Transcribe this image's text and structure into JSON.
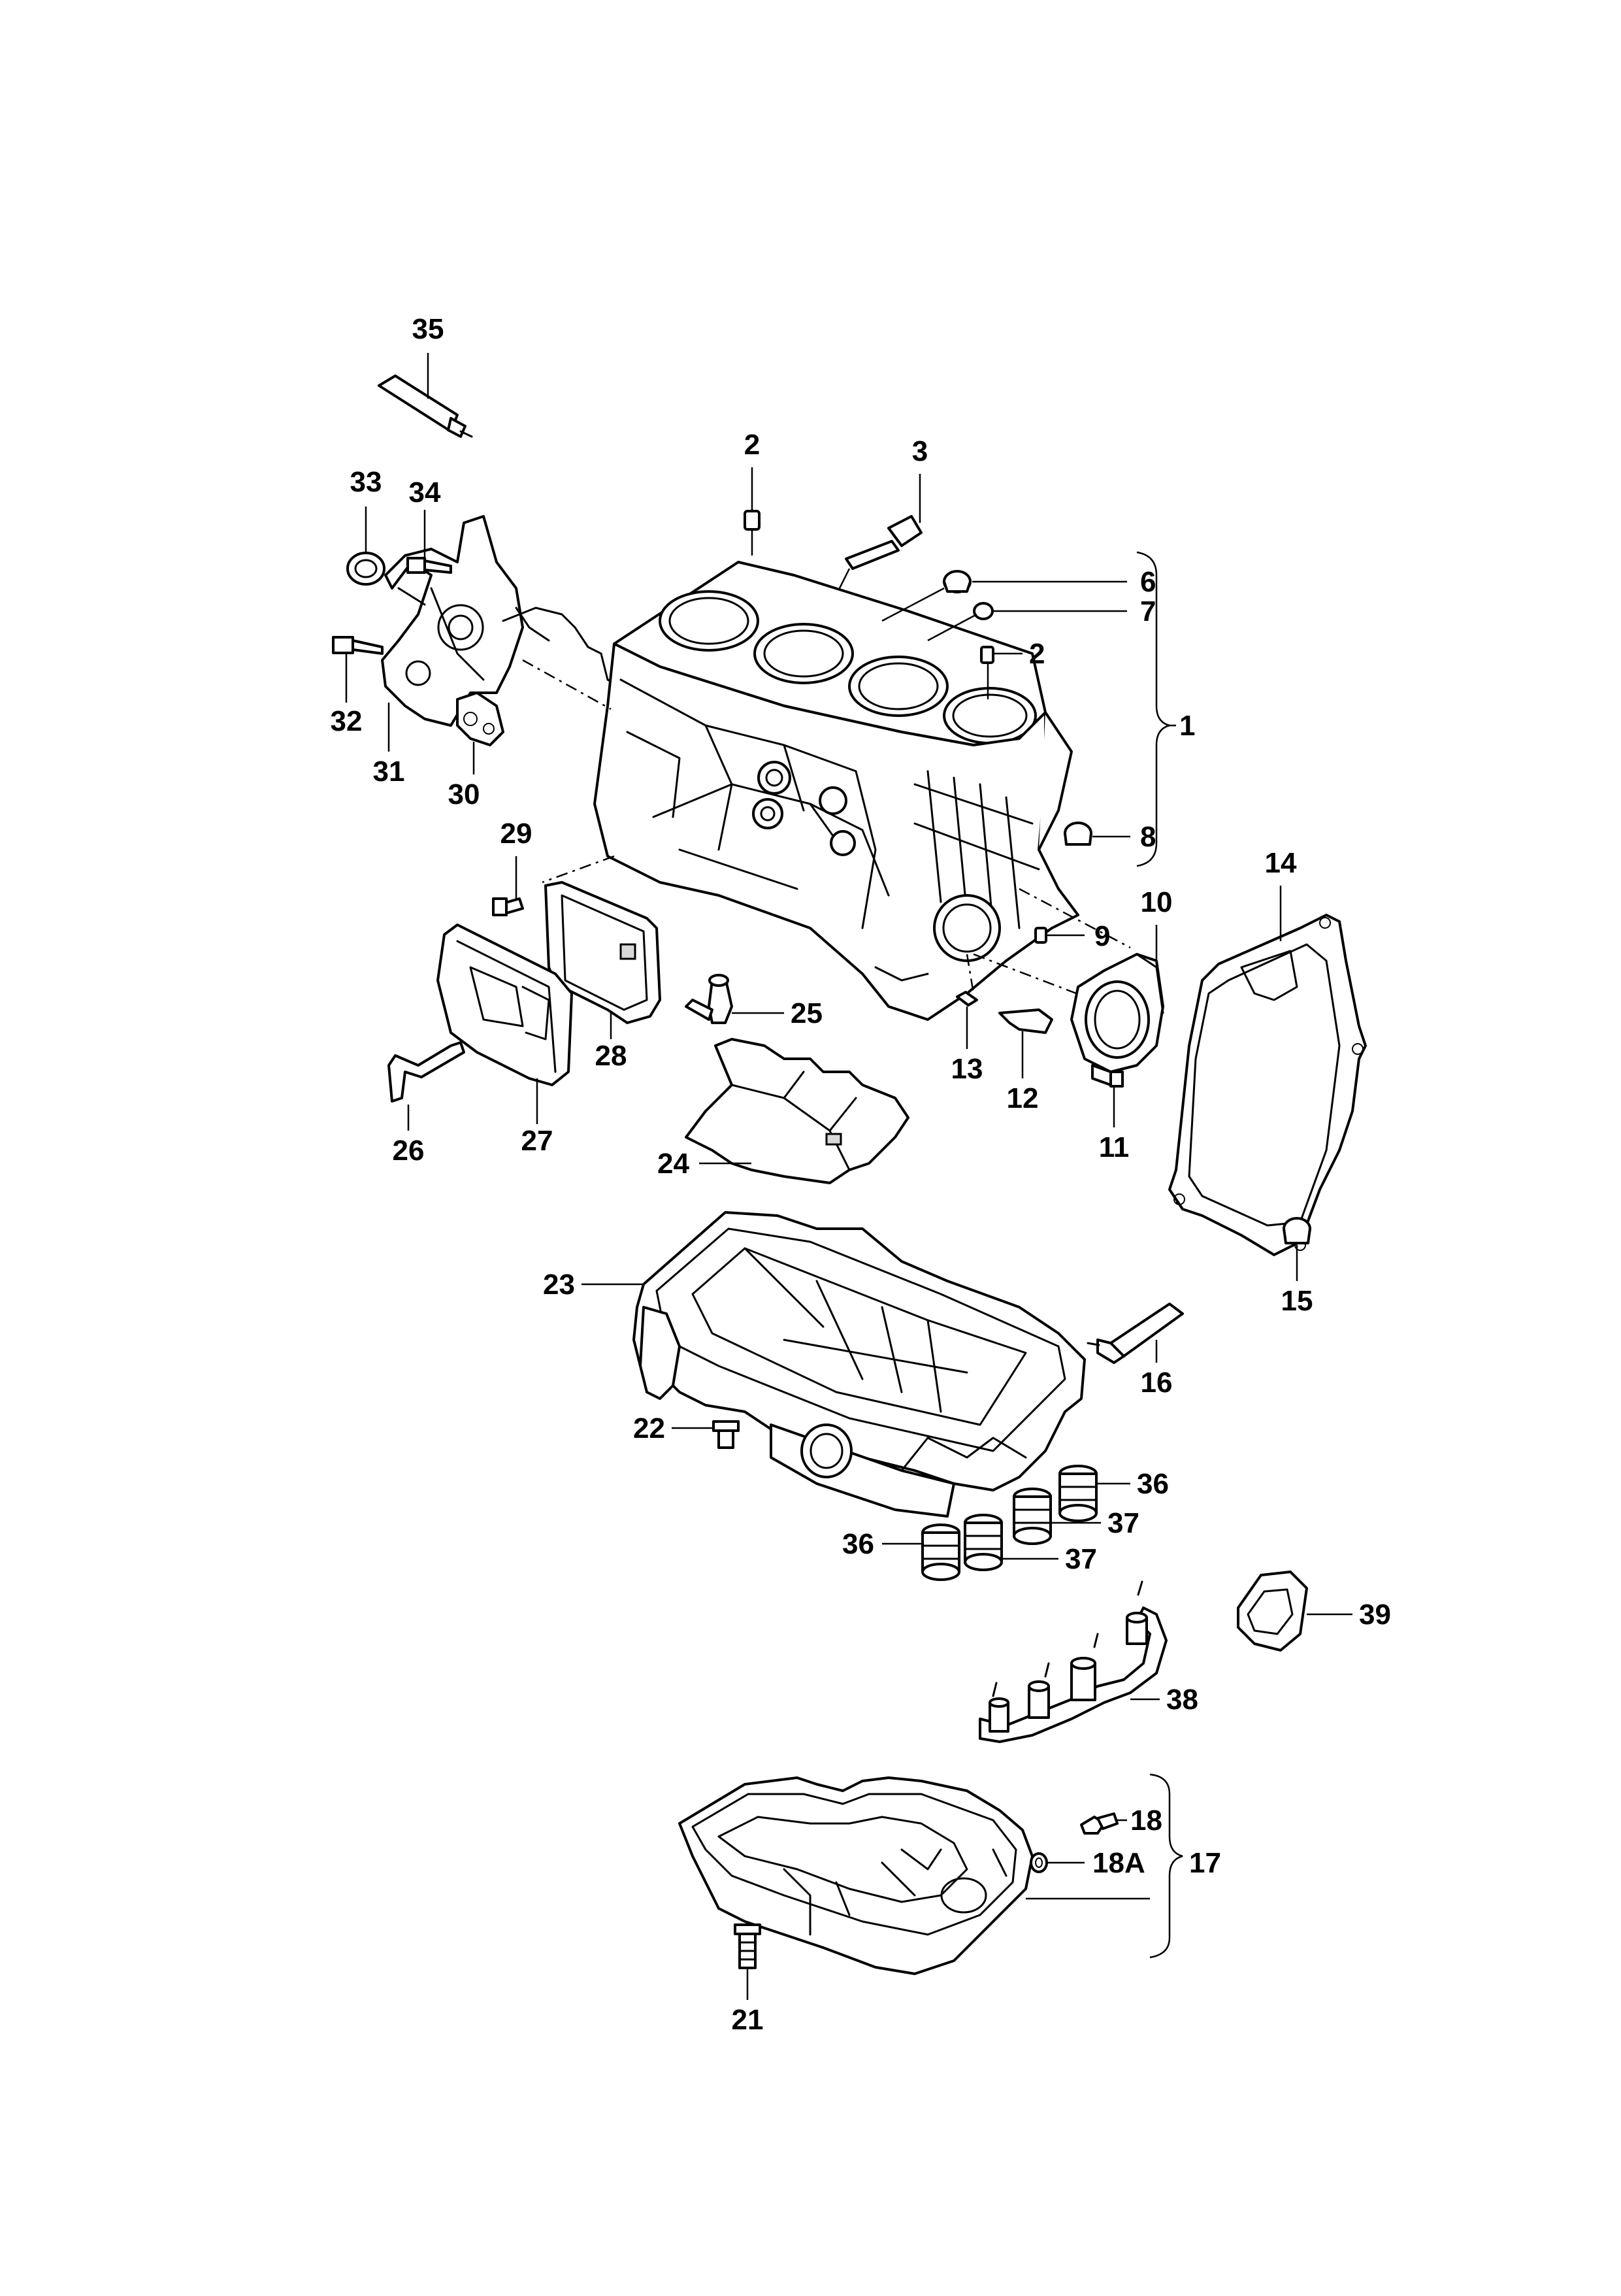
{
  "callouts": [
    {
      "id": "c1",
      "label": "1"
    },
    {
      "id": "c2a",
      "label": "2"
    },
    {
      "id": "c2b",
      "label": "2"
    },
    {
      "id": "c3",
      "label": "3"
    },
    {
      "id": "c6",
      "label": "6"
    },
    {
      "id": "c7",
      "label": "7"
    },
    {
      "id": "c8",
      "label": "8"
    },
    {
      "id": "c9",
      "label": "9"
    },
    {
      "id": "c10",
      "label": "10"
    },
    {
      "id": "c11",
      "label": "11"
    },
    {
      "id": "c12",
      "label": "12"
    },
    {
      "id": "c13",
      "label": "13"
    },
    {
      "id": "c14",
      "label": "14"
    },
    {
      "id": "c15",
      "label": "15"
    },
    {
      "id": "c16",
      "label": "16"
    },
    {
      "id": "c17",
      "label": "17"
    },
    {
      "id": "c18",
      "label": "18"
    },
    {
      "id": "c18a",
      "label": "18A"
    },
    {
      "id": "c21",
      "label": "21"
    },
    {
      "id": "c22",
      "label": "22"
    },
    {
      "id": "c23",
      "label": "23"
    },
    {
      "id": "c24",
      "label": "24"
    },
    {
      "id": "c25",
      "label": "25"
    },
    {
      "id": "c26",
      "label": "26"
    },
    {
      "id": "c27",
      "label": "27"
    },
    {
      "id": "c28",
      "label": "28"
    },
    {
      "id": "c29",
      "label": "29"
    },
    {
      "id": "c30",
      "label": "30"
    },
    {
      "id": "c31",
      "label": "31"
    },
    {
      "id": "c32",
      "label": "32"
    },
    {
      "id": "c33",
      "label": "33"
    },
    {
      "id": "c34",
      "label": "34"
    },
    {
      "id": "c35",
      "label": "35"
    },
    {
      "id": "c36a",
      "label": "36"
    },
    {
      "id": "c36b",
      "label": "36"
    },
    {
      "id": "c37a",
      "label": "37"
    },
    {
      "id": "c37b",
      "label": "37"
    },
    {
      "id": "c38",
      "label": "38"
    },
    {
      "id": "c39",
      "label": "39"
    }
  ]
}
